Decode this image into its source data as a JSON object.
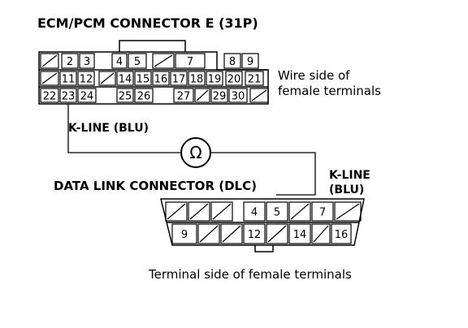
{
  "ecm_title": "ECM/PCM CONNECTOR E (31P)",
  "ecm_caption_line1": "Wire side of",
  "ecm_caption_line2": "female terminals",
  "ecm_terminals": {
    "row1": [
      "",
      "2",
      "3",
      "4",
      "5",
      "",
      "7",
      "8",
      "9"
    ],
    "row2": [
      "",
      "11",
      "12",
      "",
      "14",
      "15",
      "16",
      "17",
      "18",
      "19",
      "20",
      "21"
    ],
    "row3": [
      "22",
      "23",
      "24",
      "25",
      "26",
      "27",
      "",
      "29",
      "30",
      ""
    ]
  },
  "k_line_left": "K-LINE (BLU)",
  "ohm_symbol": "Ω",
  "k_line_right_line1": "K-LINE",
  "k_line_right_line2": "(BLU)",
  "dlc_title": "DATA LINK CONNECTOR (DLC)",
  "dlc_terminals": {
    "top": [
      "",
      "",
      "",
      "4",
      "5",
      "",
      "7",
      ""
    ],
    "bottom": [
      "9",
      "",
      "",
      "12",
      "",
      "14",
      "",
      "16"
    ]
  },
  "dlc_caption": "Terminal side of female terminals"
}
